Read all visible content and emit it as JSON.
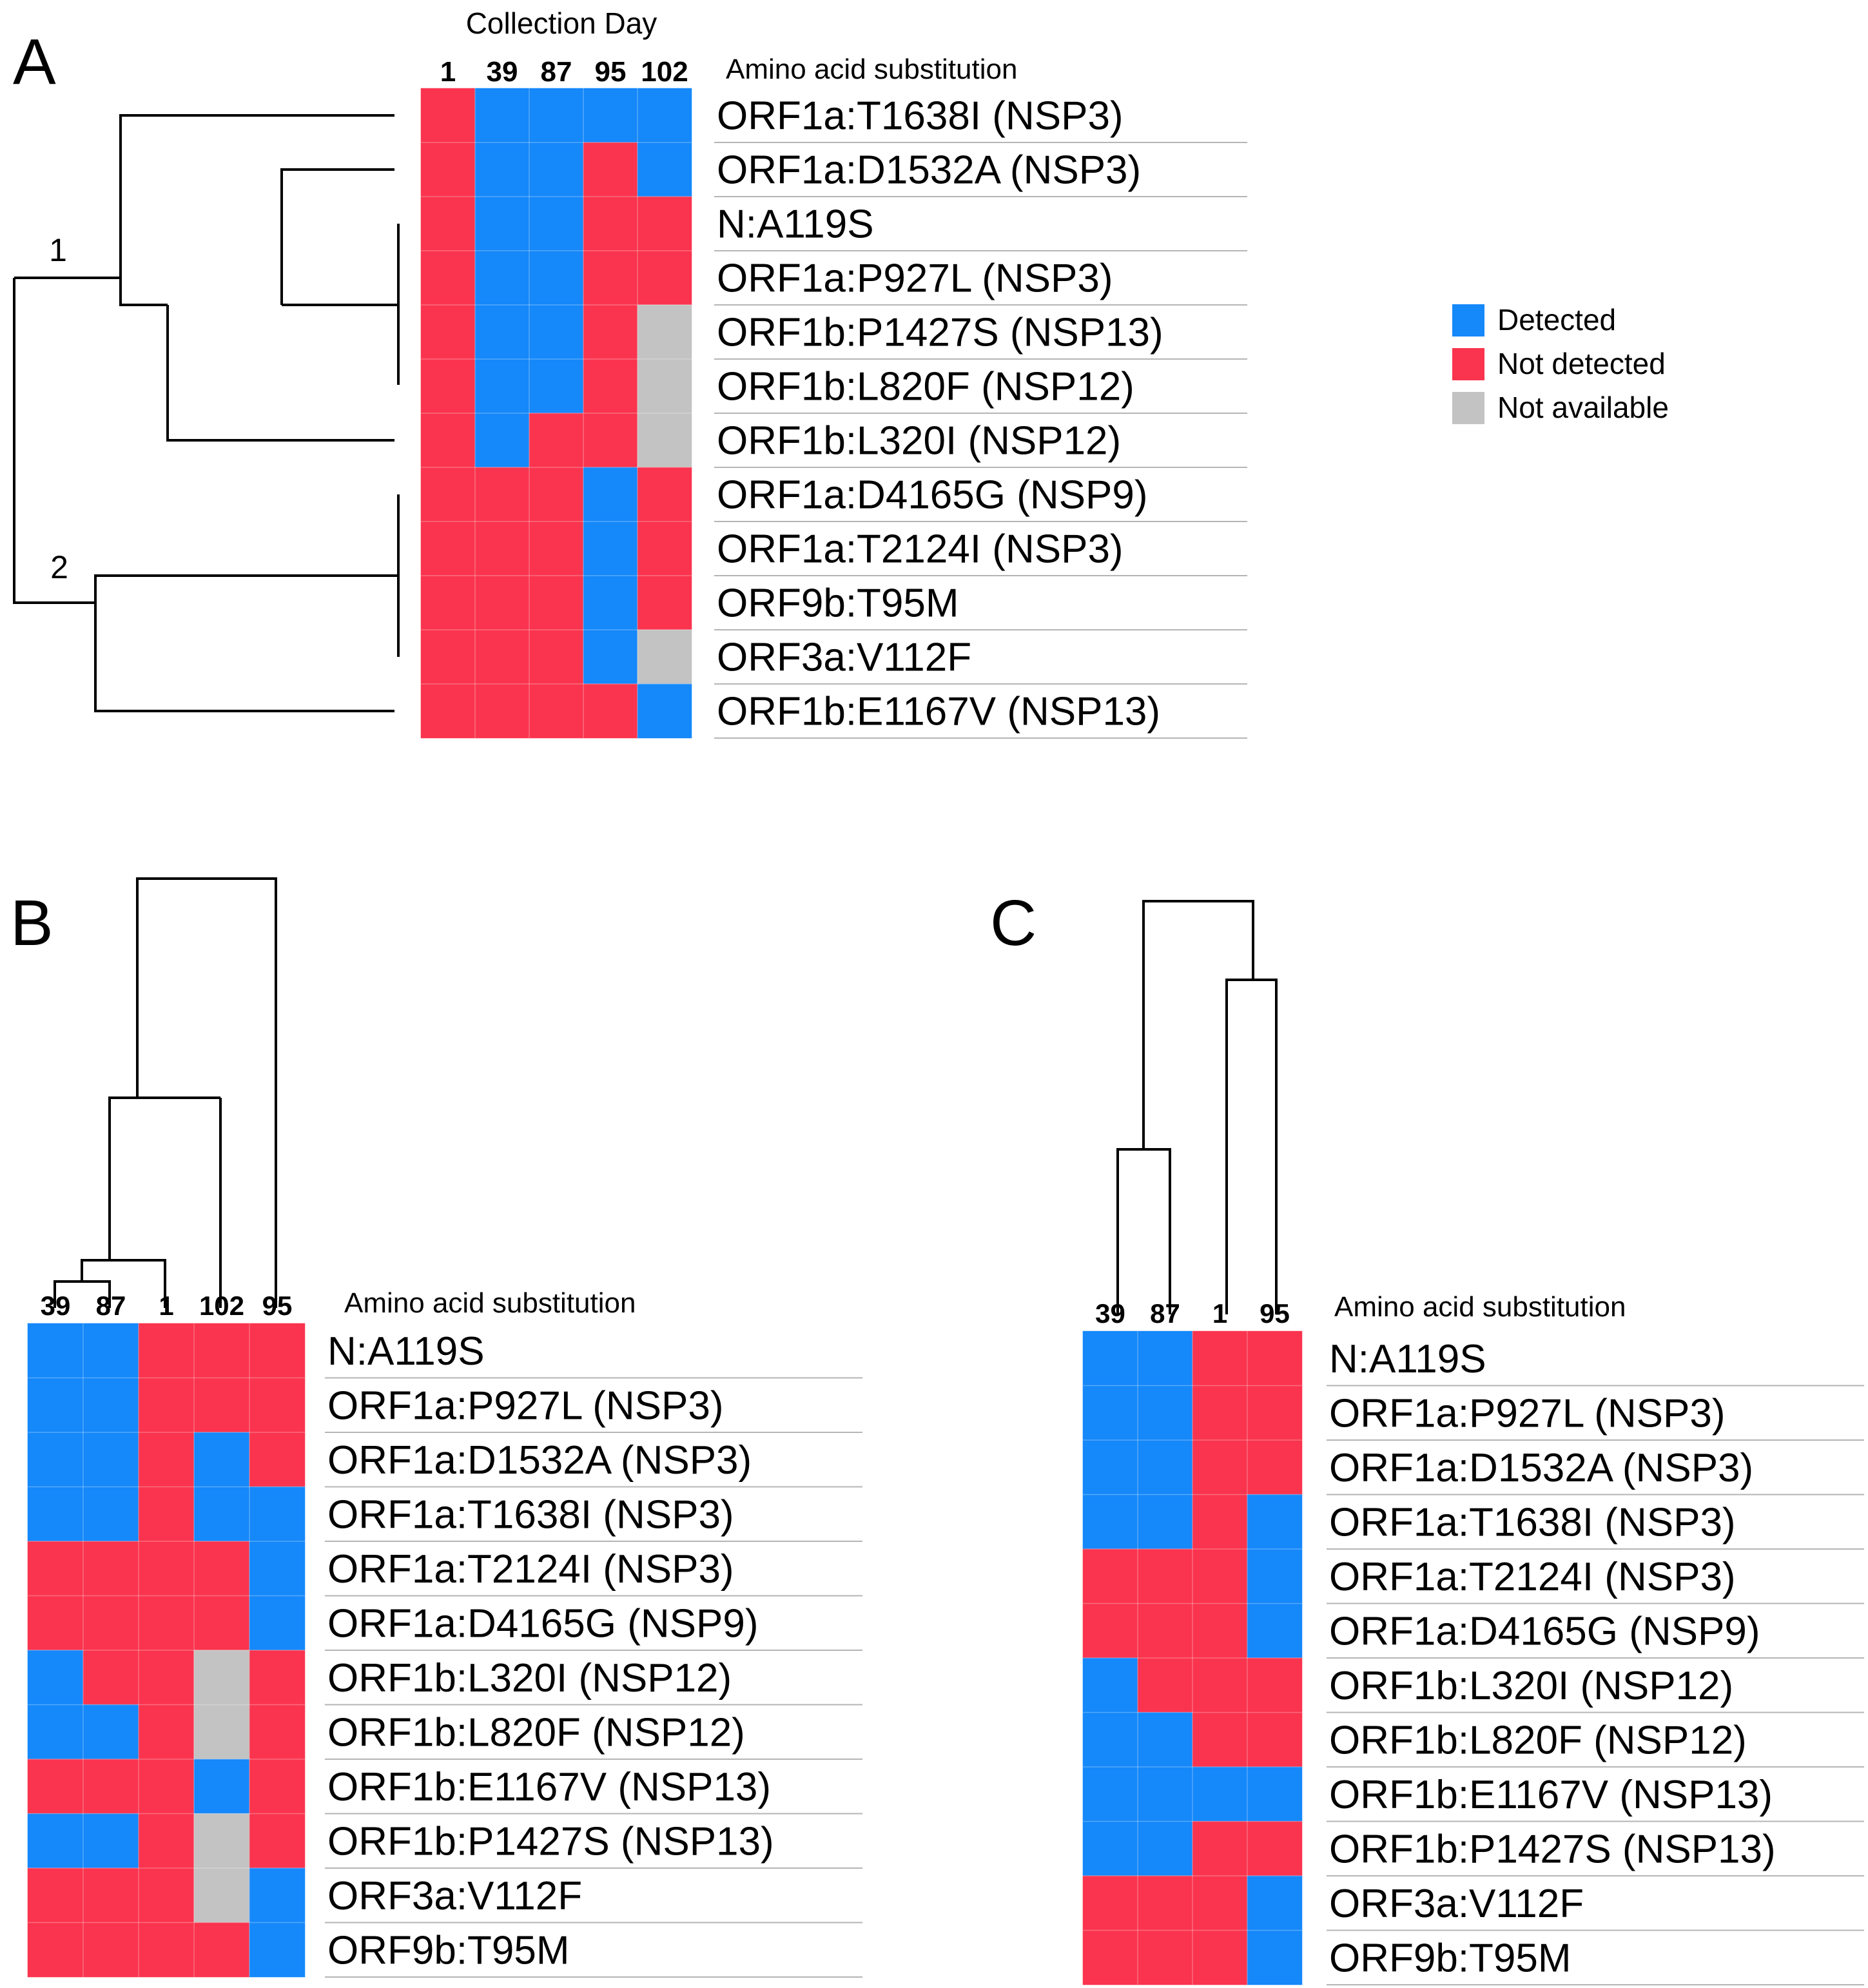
{
  "colors": {
    "detected": "#1588FA",
    "not_detected": "#FA344E",
    "not_available": "#C3C3C3",
    "line": "#000000"
  },
  "legend": [
    {
      "key": "D",
      "label": "Detected"
    },
    {
      "key": "N",
      "label": "Not detected"
    },
    {
      "key": "NA",
      "label": "Not available"
    }
  ],
  "chart_data": [
    {
      "panel": "A",
      "type": "heatmap",
      "col_title": "Collection Day",
      "row_title": "Amino acid substitution",
      "columns": [
        "1",
        "39",
        "87",
        "95",
        "102"
      ],
      "rows": [
        "ORF1a:T1638I (NSP3)",
        "ORF1a:D1532A (NSP3)",
        "N:A119S",
        "ORF1a:P927L (NSP3)",
        "ORF1b:P1427S (NSP13)",
        "ORF1b:L820F (NSP12)",
        "ORF1b:L320I (NSP12)",
        "ORF1a:D4165G (NSP9)",
        "ORF1a:T2124I (NSP3)",
        "ORF9b:T95M",
        "ORF3a:V112F",
        "ORF1b:E1167V (NSP13)"
      ],
      "cells": [
        [
          "N",
          "D",
          "D",
          "D",
          "D"
        ],
        [
          "N",
          "D",
          "D",
          "N",
          "D"
        ],
        [
          "N",
          "D",
          "D",
          "N",
          "N"
        ],
        [
          "N",
          "D",
          "D",
          "N",
          "N"
        ],
        [
          "N",
          "D",
          "D",
          "N",
          "NA"
        ],
        [
          "N",
          "D",
          "D",
          "N",
          "NA"
        ],
        [
          "N",
          "D",
          "N",
          "N",
          "NA"
        ],
        [
          "N",
          "N",
          "N",
          "D",
          "N"
        ],
        [
          "N",
          "N",
          "N",
          "D",
          "N"
        ],
        [
          "N",
          "N",
          "N",
          "D",
          "N"
        ],
        [
          "N",
          "N",
          "N",
          "D",
          "NA"
        ],
        [
          "N",
          "N",
          "N",
          "N",
          "D"
        ]
      ],
      "row_dendrogram_cluster_labels": [
        "1",
        "2"
      ]
    },
    {
      "panel": "B",
      "type": "heatmap",
      "row_title": "Amino acid substitution",
      "columns": [
        "39",
        "87",
        "1",
        "102",
        "95"
      ],
      "rows": [
        "N:A119S",
        "ORF1a:P927L (NSP3)",
        "ORF1a:D1532A (NSP3)",
        "ORF1a:T1638I (NSP3)",
        "ORF1a:T2124I (NSP3)",
        "ORF1a:D4165G (NSP9)",
        "ORF1b:L320I (NSP12)",
        "ORF1b:L820F (NSP12)",
        "ORF1b:E1167V (NSP13)",
        "ORF1b:P1427S (NSP13)",
        "ORF3a:V112F",
        "ORF9b:T95M"
      ],
      "cells": [
        [
          "D",
          "D",
          "N",
          "N",
          "N"
        ],
        [
          "D",
          "D",
          "N",
          "N",
          "N"
        ],
        [
          "D",
          "D",
          "N",
          "D",
          "N"
        ],
        [
          "D",
          "D",
          "N",
          "D",
          "D"
        ],
        [
          "N",
          "N",
          "N",
          "N",
          "D"
        ],
        [
          "N",
          "N",
          "N",
          "N",
          "D"
        ],
        [
          "D",
          "N",
          "N",
          "NA",
          "N"
        ],
        [
          "D",
          "D",
          "N",
          "NA",
          "N"
        ],
        [
          "N",
          "N",
          "N",
          "D",
          "N"
        ],
        [
          "D",
          "D",
          "N",
          "NA",
          "N"
        ],
        [
          "N",
          "N",
          "N",
          "NA",
          "D"
        ],
        [
          "N",
          "N",
          "N",
          "N",
          "D"
        ]
      ]
    },
    {
      "panel": "C",
      "type": "heatmap",
      "row_title": "Amino acid substitution",
      "columns": [
        "39",
        "87",
        "1",
        "95"
      ],
      "rows": [
        "N:A119S",
        "ORF1a:P927L (NSP3)",
        "ORF1a:D1532A (NSP3)",
        "ORF1a:T1638I (NSP3)",
        "ORF1a:T2124I (NSP3)",
        "ORF1a:D4165G (NSP9)",
        "ORF1b:L320I (NSP12)",
        "ORF1b:L820F (NSP12)",
        "ORF1b:E1167V (NSP13)",
        "ORF1b:P1427S (NSP13)",
        "ORF3a:V112F",
        "ORF9b:T95M"
      ],
      "cells": [
        [
          "D",
          "D",
          "N",
          "N"
        ],
        [
          "D",
          "D",
          "N",
          "N"
        ],
        [
          "D",
          "D",
          "N",
          "N"
        ],
        [
          "D",
          "D",
          "N",
          "D"
        ],
        [
          "N",
          "N",
          "N",
          "D"
        ],
        [
          "N",
          "N",
          "N",
          "D"
        ],
        [
          "D",
          "N",
          "N",
          "N"
        ],
        [
          "D",
          "D",
          "N",
          "N"
        ],
        [
          "D",
          "D",
          "D",
          "D"
        ],
        [
          "D",
          "D",
          "N",
          "N"
        ],
        [
          "N",
          "N",
          "N",
          "D"
        ],
        [
          "N",
          "N",
          "N",
          "D"
        ]
      ]
    }
  ]
}
